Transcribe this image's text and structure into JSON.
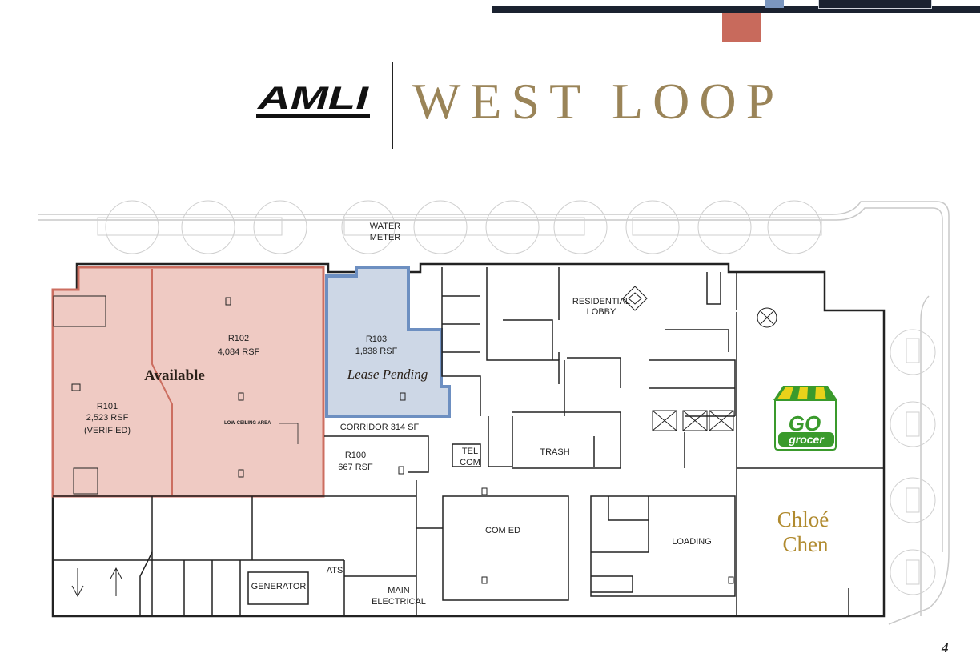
{
  "header": {
    "brand": "AMLI",
    "title": "WEST LOOP"
  },
  "colors": {
    "accent_terracotta": "#c86a5c",
    "available_fill": "#efcac3",
    "available_stroke": "#cc6e60",
    "pending_fill": "#cdd7e6",
    "pending_stroke": "#6d8fc1",
    "title_gold": "#9a8458",
    "grocer_green": "#3a9a2c",
    "grocer_yellow": "#e8d21a",
    "tenant_gold": "#b08a2e"
  },
  "plan": {
    "labels": {
      "water_meter_1": "WATER",
      "water_meter_2": "METER",
      "residential_lobby_1": "RESIDENTIAL",
      "residential_lobby_2": "LOBBY",
      "r101_name": "R101",
      "r101_area": "2,523 RSF",
      "r101_note": "(VERIFIED)",
      "r102_name": "R102",
      "r102_area": "4,084 RSF",
      "low_ceiling": "LOW CEILING AREA",
      "available": "Available",
      "r103_name": "R103",
      "r103_area": "1,838 RSF",
      "lease_pending": "Lease Pending",
      "corridor": "CORRIDOR  314 SF",
      "r100_name": "R100",
      "r100_area": "667 RSF",
      "tel_1": "TEL",
      "tel_2": "COM",
      "trash": "TRASH",
      "com_ed": "COM ED",
      "loading": "LOADING",
      "ats": "ATS",
      "generator": "GENERATOR",
      "main_electrical_1": "MAIN",
      "main_electrical_2": "ELECTRICAL"
    },
    "tenants": {
      "grocer_line1": "GO",
      "grocer_line2": "grocer",
      "chloe_line1": "Chloé",
      "chloe_line2": "Chen"
    }
  },
  "footer": {
    "page_number": "4"
  }
}
